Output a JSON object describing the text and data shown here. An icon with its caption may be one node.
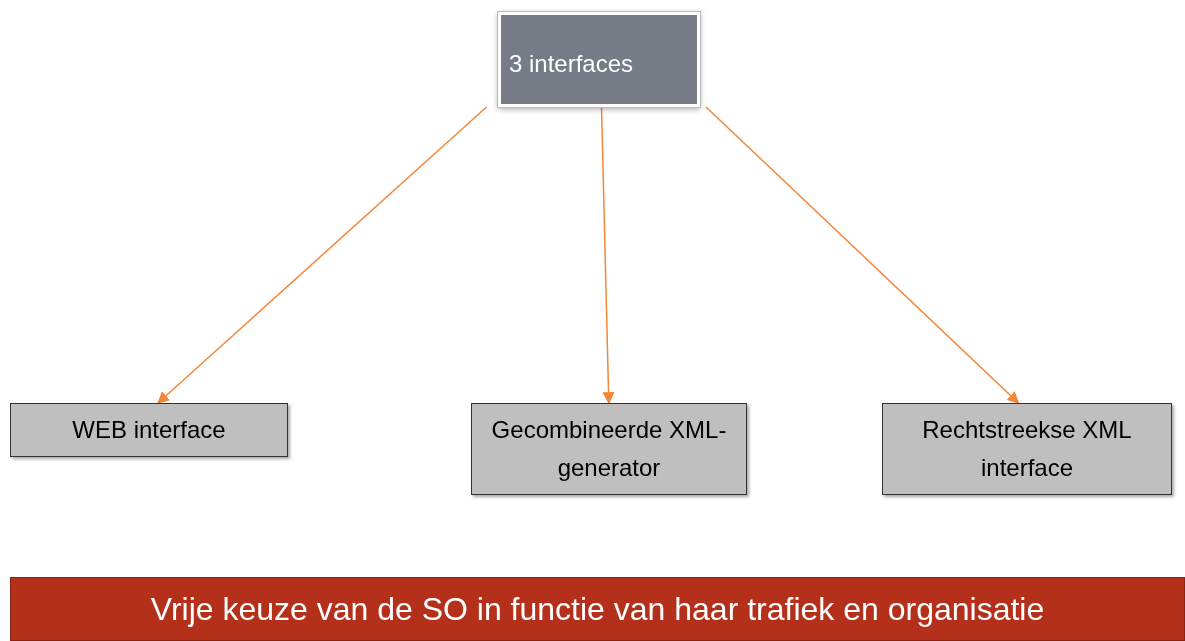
{
  "diagram": {
    "nodes": [
      {
        "text": [
          "3 interfaces"
        ]
      },
      {
        "text": [
          "WEB interface"
        ]
      },
      {
        "text": [
          "Gecombineerde XML-generator"
        ]
      },
      {
        "text": [
          "Rechtstreekse XML interface"
        ]
      },
      {
        "text": [
          "Vrije keuze van de SO in functie van haar trafiek en organisatie"
        ]
      }
    ],
    "edges": [
      {
        "from": 0,
        "to": 1,
        "arrow": "to"
      },
      {
        "from": 0,
        "to": 2,
        "arrow": "to"
      },
      {
        "from": 0,
        "to": 3,
        "arrow": "to"
      }
    ]
  }
}
